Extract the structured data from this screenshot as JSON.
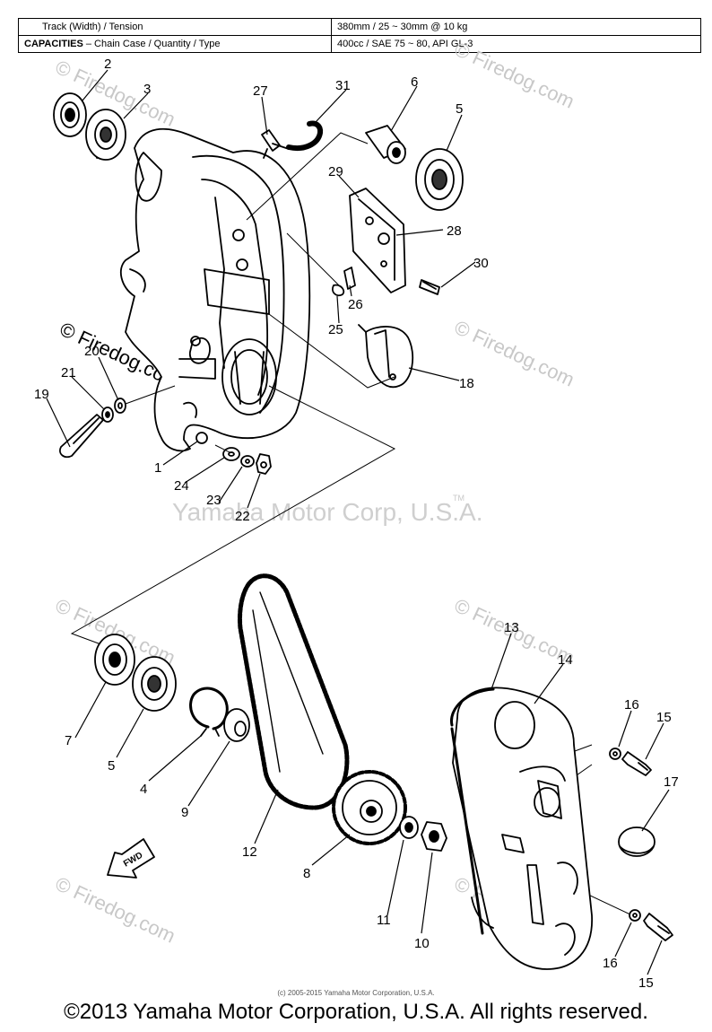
{
  "spec_table": {
    "rows": [
      {
        "key": "Track (Width) / Tension",
        "value": "380mm / 25 ~ 30mm @ 10 kg"
      },
      {
        "key_bold": "CAPACITIES",
        "key_rest": " – Chain Case / Quantity / Type",
        "value": "400cc / SAE 75 ~ 80, API GL-3"
      }
    ]
  },
  "callouts": {
    "c1": "1",
    "c2": "2",
    "c3": "3",
    "c4": "4",
    "c5a": "5",
    "c5b": "5",
    "c6": "6",
    "c7": "7",
    "c8": "8",
    "c9": "9",
    "c10": "10",
    "c11": "11",
    "c12": "12",
    "c13": "13",
    "c14": "14",
    "c15a": "15",
    "c15b": "15",
    "c16a": "16",
    "c16b": "16",
    "c17": "17",
    "c18": "18",
    "c19": "19",
    "c20": "20",
    "c21": "21",
    "c22": "22",
    "c23": "23",
    "c24": "24",
    "c25": "25",
    "c26": "26",
    "c27": "27",
    "c28": "28",
    "c29": "29",
    "c30": "30",
    "c31": "31"
  },
  "fwd_label": "FWD",
  "watermarks": {
    "firedog": "© Firedog.com",
    "yamaha": "Yamaha Motor Corp, U.S.A.",
    "tm": "TM"
  },
  "copyright_small": "(c) 2005-2015 Yamaha Motor Corporation, U.S.A.",
  "copyright_main": "©2013 Yamaha Motor Corporation, U.S.A. All rights reserved."
}
